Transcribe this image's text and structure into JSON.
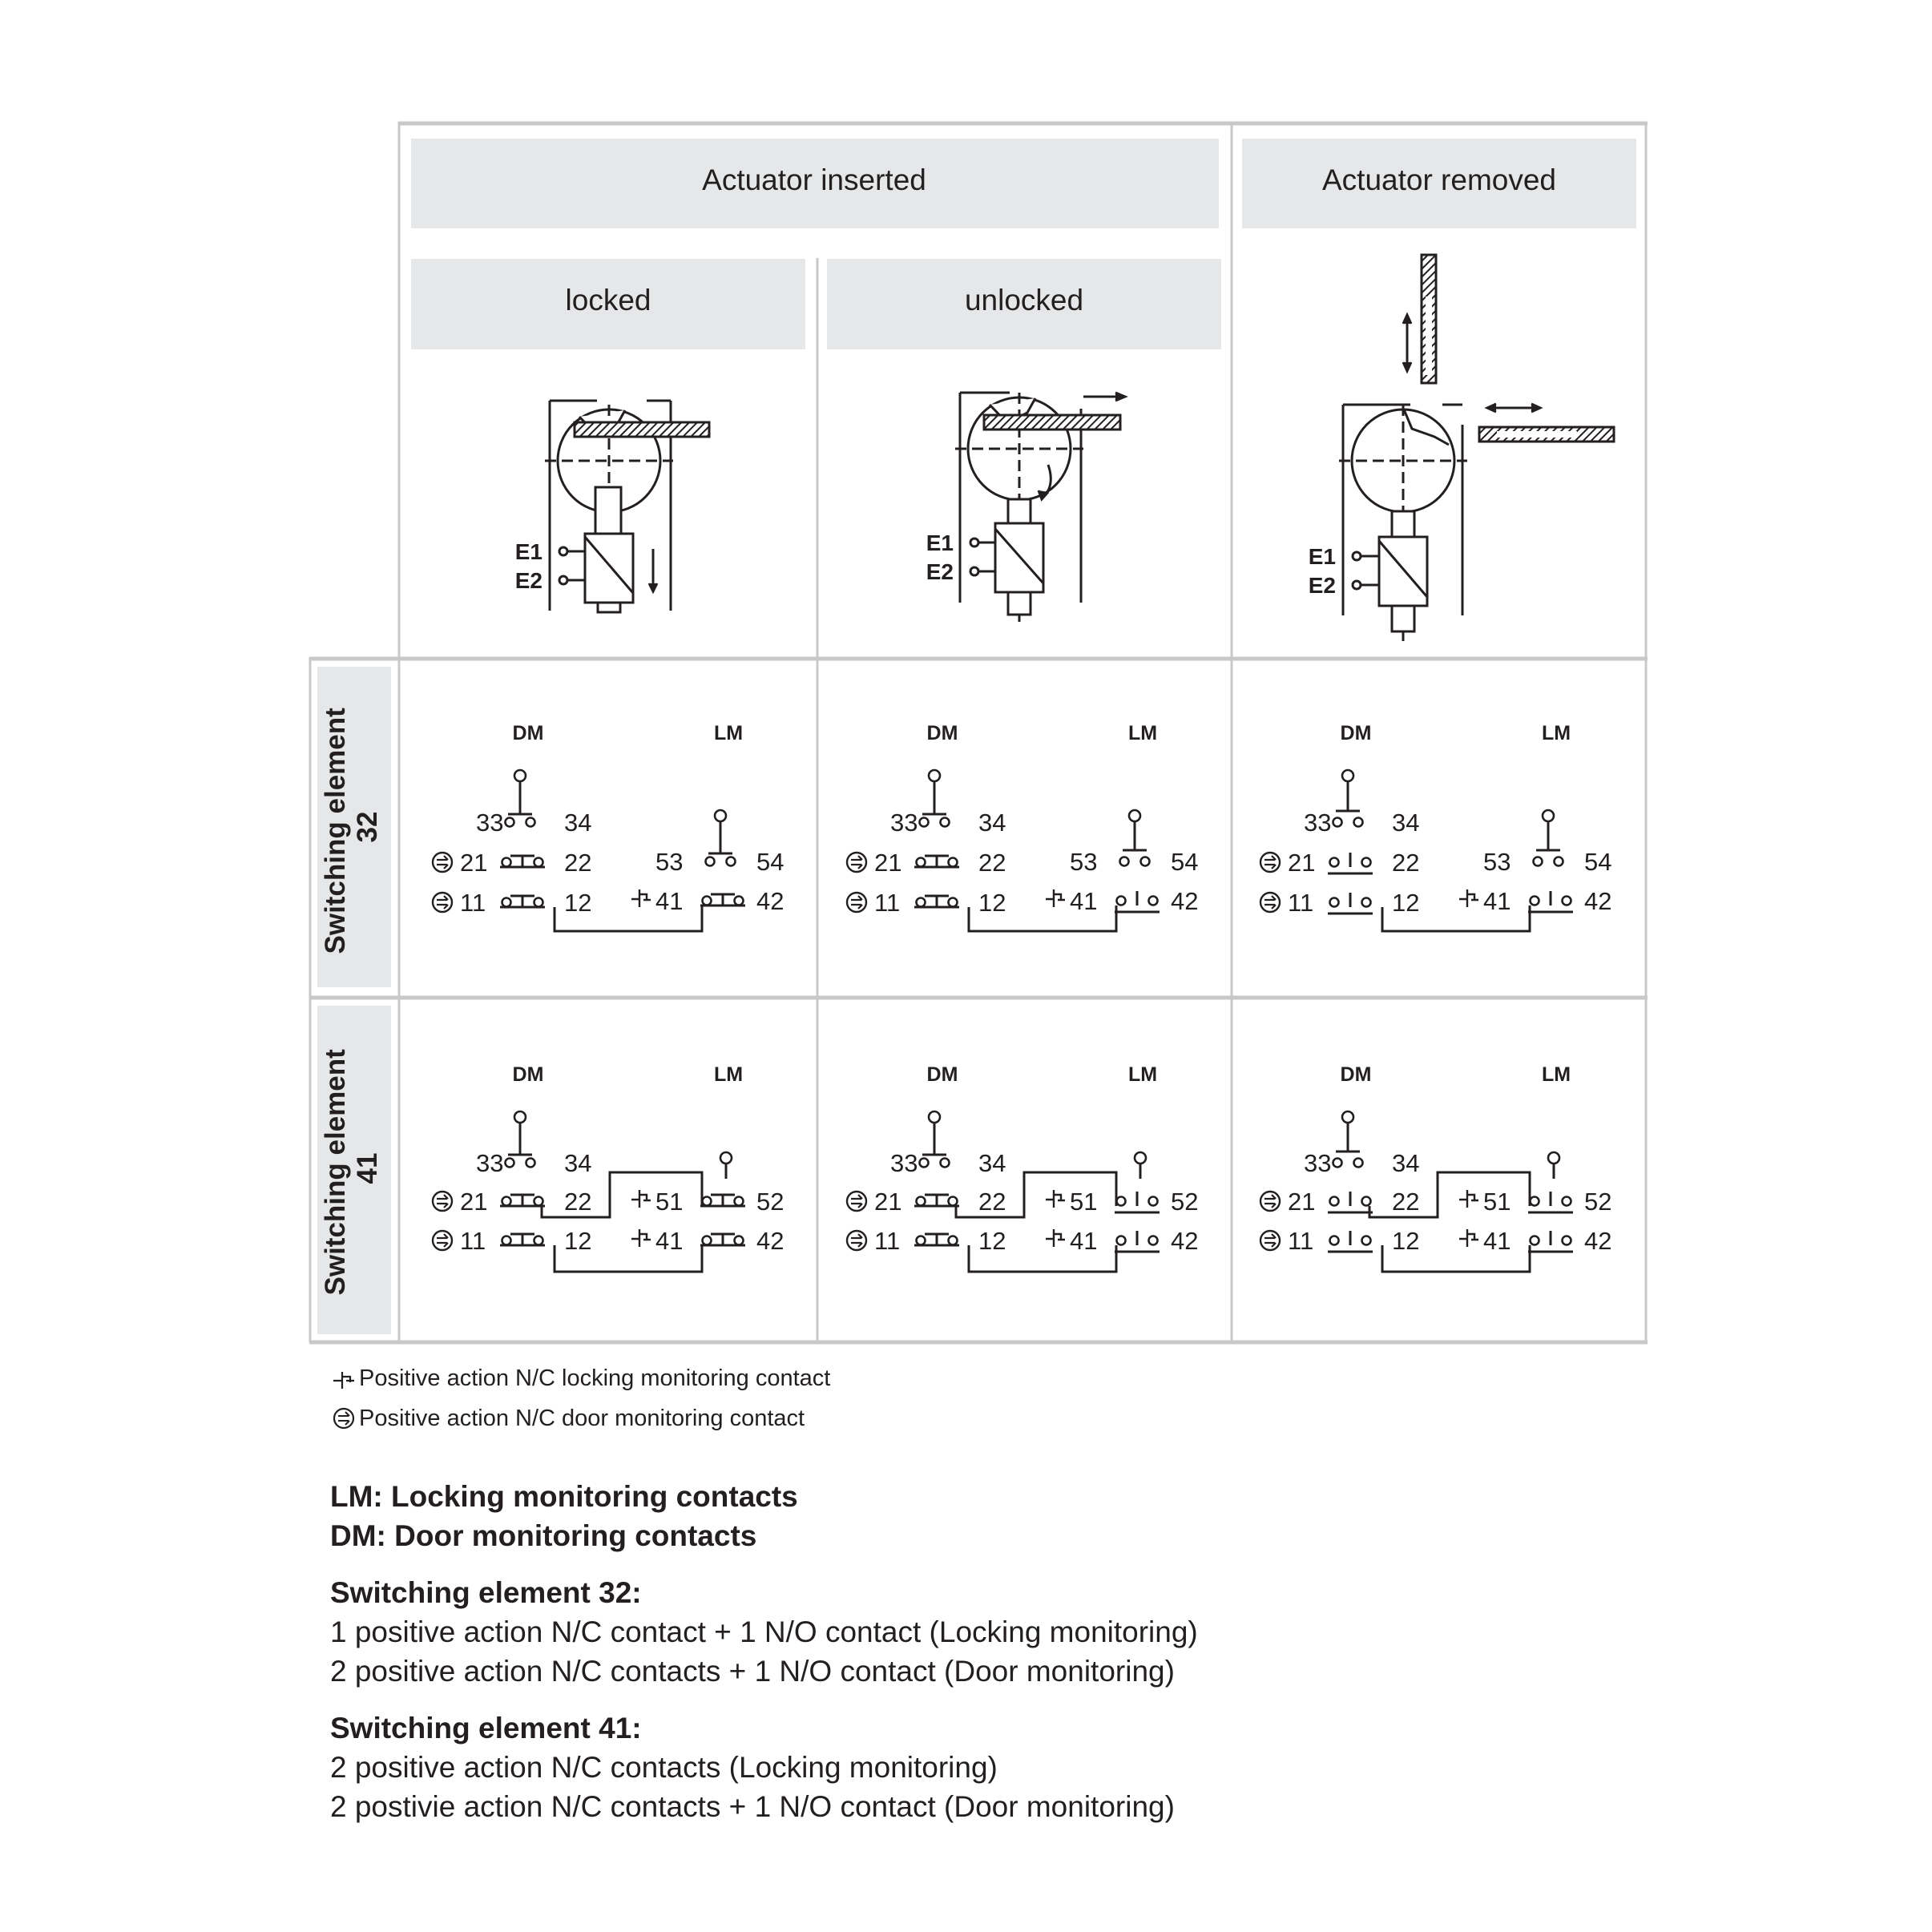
{
  "headers": {
    "actuator_inserted": "Actuator inserted",
    "actuator_removed": "Actuator removed",
    "locked": "locked",
    "unlocked": "unlocked"
  },
  "row_labels": [
    {
      "line1": "Switching element",
      "line2": "32"
    },
    {
      "line1": "Switching element",
      "line2": "41"
    }
  ],
  "mechanism_labels": {
    "e1": "E1",
    "e2": "E2"
  },
  "contact_group_labels": {
    "dm": "DM",
    "lm": "LM"
  },
  "terminals": [
    "33",
    "34",
    "21",
    "22",
    "11",
    "12",
    "53",
    "54",
    "41",
    "42",
    "51",
    "52"
  ],
  "states": [
    "locked",
    "unlocked",
    "actuator removed"
  ],
  "legend": [
    {
      "icon": "positive-action-locking-symbol",
      "text": "Positive action N/C locking monitoring contact"
    },
    {
      "icon": "positive-action-door-symbol",
      "text": "Positive action N/C door monitoring contact"
    }
  ],
  "definitions": [
    "LM: Locking monitoring contacts",
    "DM: Door monitoring contacts"
  ],
  "elements": [
    {
      "heading": "Switching element 32:",
      "lines": [
        "1 positive action N/C contact + 1 N/O contact (Locking monitoring)",
        "2 positive action N/C contacts + 1 N/O contact (Door monitoring)"
      ]
    },
    {
      "heading": "Switching element 41:",
      "lines": [
        "2 positive action N/C contacts (Locking monitoring)",
        "2 postivie action N/C contacts + 1 N/O contact (Door monitoring)"
      ]
    }
  ],
  "colors": {
    "header_fill": "#e6e7e8",
    "grid": "#c8c8c8",
    "ink": "#231f20"
  }
}
